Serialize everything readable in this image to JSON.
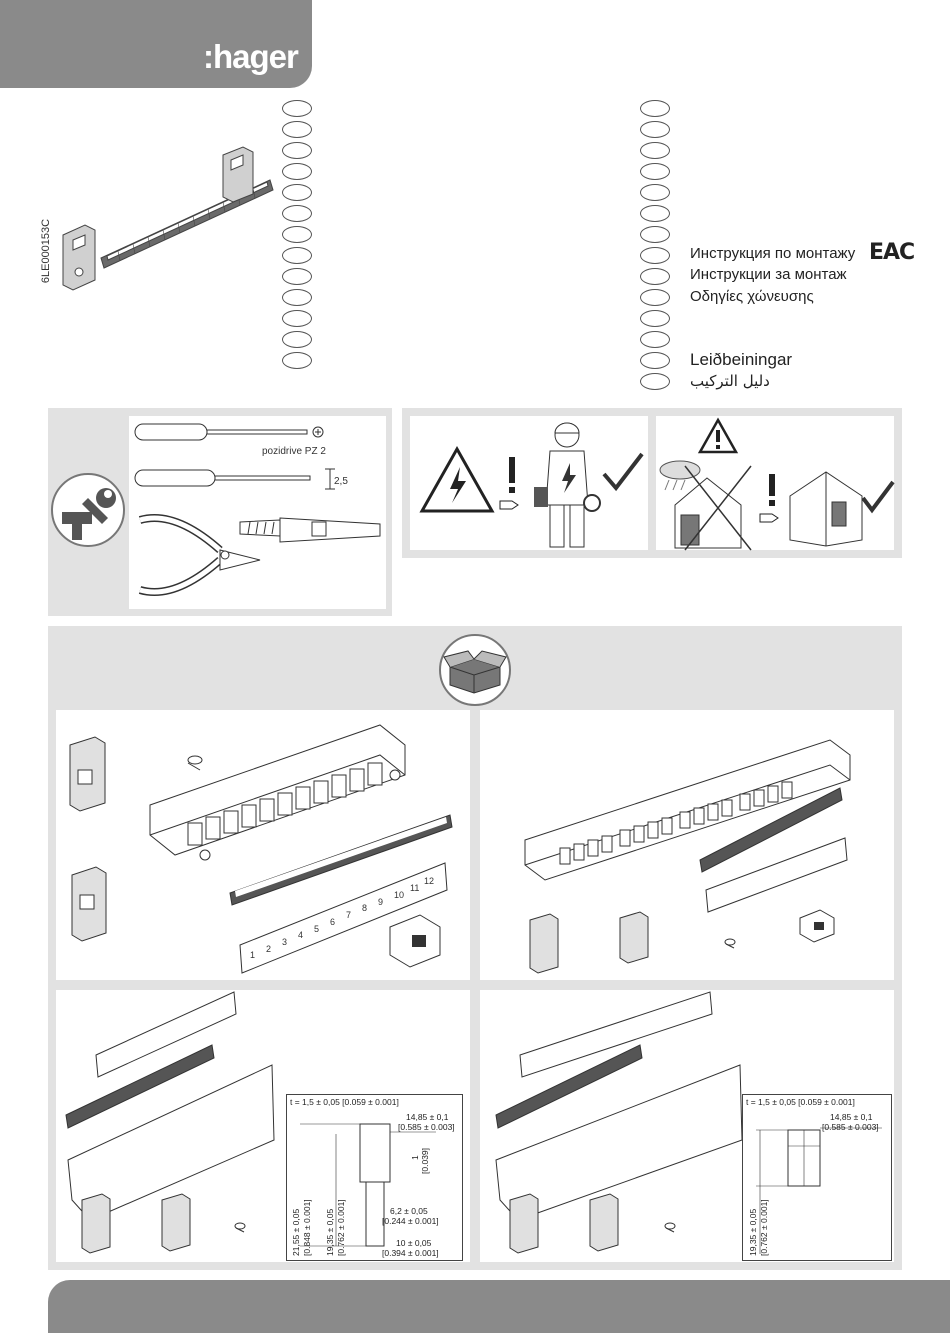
{
  "header": {
    "logo_text": ":hager",
    "document_code": "6LE000153C"
  },
  "languages": {
    "right_column_lines": [
      {
        "id": "ru",
        "text": "Инструкция по монтажу"
      },
      {
        "id": "bg",
        "text": "Инструкции за монтаж"
      },
      {
        "id": "el",
        "text": "Οδηγίες χώνευσης"
      },
      {
        "id": "is",
        "text": "Leiðbeiningar"
      },
      {
        "id": "ar",
        "text": "دليل التركيب"
      }
    ],
    "certification_mark": "EAC"
  },
  "tools": {
    "screwdriver_label": "pozidrive PZ 2",
    "flat_blade_width": "2,5"
  },
  "dimensions": {
    "left": {
      "thickness": "t = 1,5 ± 0,05 [0.059 ± 0.001]",
      "width": "14,85 ± 0,1",
      "width_in": "[0.585 ± 0.003]",
      "gap": "1",
      "gap_in": "[0.039]",
      "h_outer": "21,55 ± 0,05",
      "h_outer_in": "[0.848 ± 0.001]",
      "h_inner": "19,35 ± 0,05",
      "h_inner_in": "[0.762 ± 0.001]",
      "slot": "6,2 ± 0,05",
      "slot_in": "[0.244 ± 0.001]",
      "base": "10 ± 0,05",
      "base_in": "[0.394 ± 0.001]"
    },
    "right": {
      "thickness": "t = 1,5 ± 0,05 [0.059 ± 0.001]",
      "width": "14,85 ± 0,1",
      "width_in": "[0.585 ± 0.003]",
      "height": "19,35 ± 0,05",
      "height_in": "[0.762 ± 0.001]"
    }
  },
  "label_strip_numbers": [
    "1",
    "2",
    "3",
    "4",
    "5",
    "6",
    "7",
    "8",
    "9",
    "10",
    "11",
    "12"
  ],
  "colors": {
    "brand_grey": "#8a8a8a",
    "panel_grey": "#e2e2e2"
  }
}
